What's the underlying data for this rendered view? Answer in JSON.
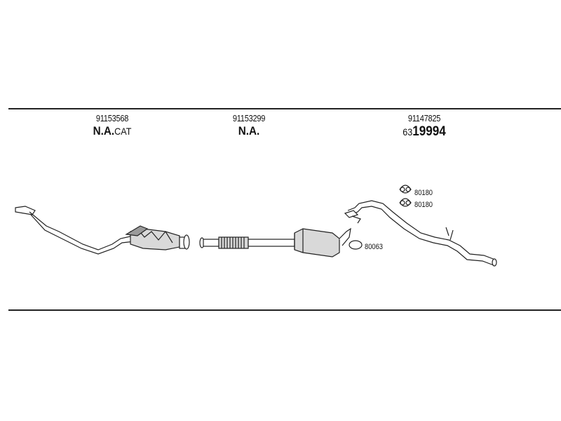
{
  "parts": [
    {
      "number": "91153568",
      "code_main": "N.A.",
      "code_suffix": "CAT"
    },
    {
      "number": "91153299",
      "code_main": "N.A."
    },
    {
      "number": "91147825",
      "code_prefix": "63",
      "code_main": "19994"
    }
  ],
  "refs": [
    "80180",
    "80180",
    "80063"
  ]
}
